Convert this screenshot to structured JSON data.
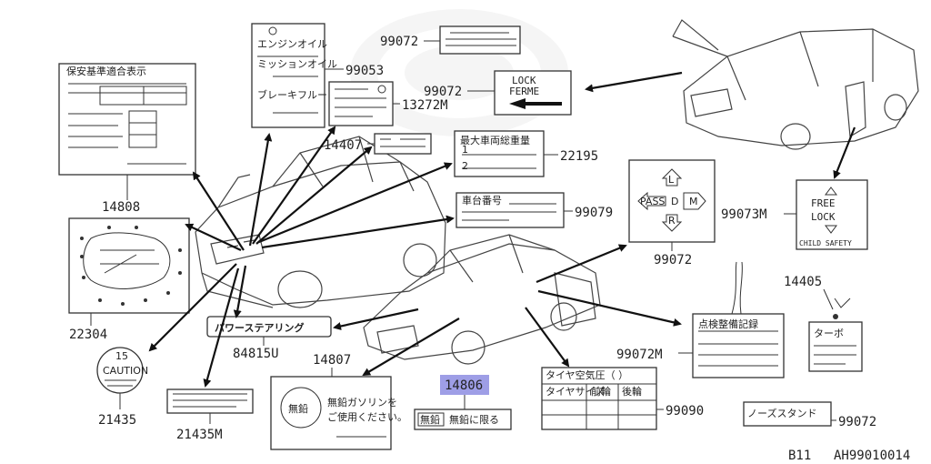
{
  "diagram": {
    "part_numbers": {
      "p14808_top": "14808",
      "p99053": "99053",
      "p99072_a": "99072",
      "p99072_b": "99072",
      "p13272m": "13272M",
      "p14407": "14407",
      "p22195": "22195",
      "p99079": "99079",
      "p22304": "22304",
      "p84815u": "84815U",
      "p14807": "14807",
      "p14806": "14806",
      "p21435": "21435",
      "p21435m": "21435M",
      "p99072_c": "99072",
      "p99073m": "99073M",
      "p99072m": "99072M",
      "p14405": "14405",
      "p99090": "99090",
      "p99072_d": "99072"
    },
    "label_texts": {
      "lock": "LOCK",
      "ferme": "FERME",
      "pass": "PASS",
      "pass_d": "D",
      "pass_l": "L",
      "pass_m": "M",
      "pass_r": "R",
      "free": "FREE",
      "free_lock": "LOCK",
      "child_safety": "CHILD SAFETY",
      "power_steering": "パワーステアリング",
      "unleaded_kanji": "無鉛",
      "unleaded_line1": "無鉛ガソリンを",
      "unleaded_line2": "ご使用ください。",
      "unleaded_small_box": "無鉛",
      "unleaded_small_text": "無鉛に限る",
      "tire_title": "タイヤ空気圧（ ）",
      "tire_size": "タイヤサイズ",
      "tire_front": "前輪",
      "tire_rear": "後輪",
      "label_22195_title": "最大車両総重量",
      "label_14808_title": "保安基準適合表示",
      "label_99079_title": "車台番号",
      "label_99072m_title": "点検整備記録",
      "caution_21435": "CAUTION",
      "label_99053_engine": "エンジンオイル",
      "label_99053_mission": "ミッションオイル",
      "label_99053_brake": "ブレーキフルード",
      "label_99072d_text": "ノーズスタンド",
      "label_14405_text": "ターボ"
    },
    "footer": {
      "model": "B11",
      "code": "AH99010014"
    }
  }
}
